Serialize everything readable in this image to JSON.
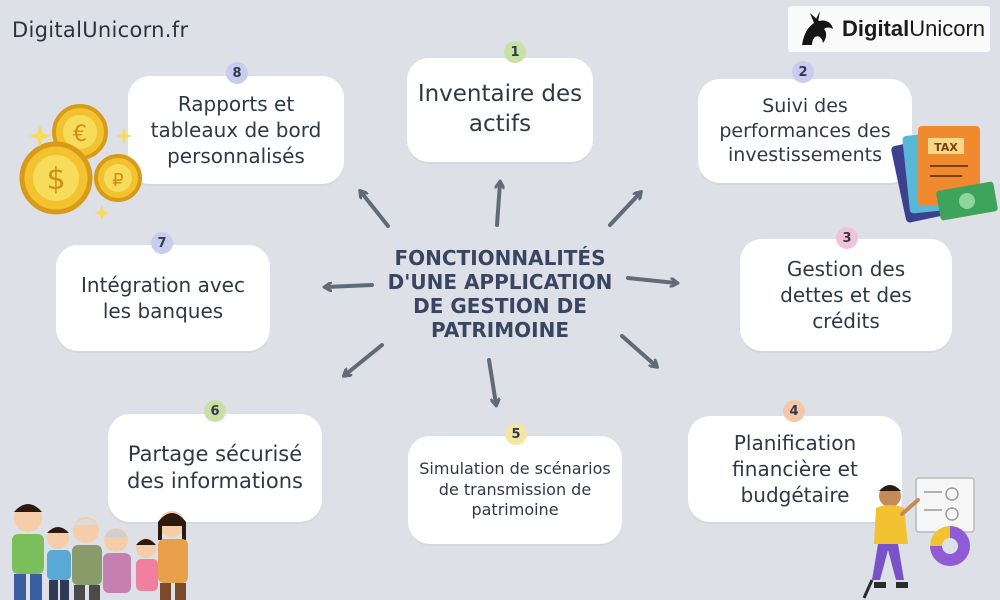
{
  "site_url": "DigitalUnicorn.fr",
  "logo": {
    "brand_bold": "Digital",
    "brand_rest": "Unicorn"
  },
  "center_title": "FONCTIONNALITÉS\nD'UNE APPLICATION\nDE GESTION DE\nPATRIMOINE",
  "features": [
    {
      "number": "1",
      "label": "Inventaire des\nactifs",
      "badge_color": "#c8e0a4"
    },
    {
      "number": "2",
      "label": "Suivi des\nperformances des\ninvestissements",
      "badge_color": "#c8ccf0"
    },
    {
      "number": "3",
      "label": "Gestion des\ndettes et des\ncrédits",
      "badge_color": "#f0c4d6"
    },
    {
      "number": "4",
      "label": "Planification\nfinancière et\nbudgétaire",
      "badge_color": "#f5c6a8"
    },
    {
      "number": "5",
      "label": "Simulation de scénarios\nde transmission de\npatrimoine",
      "badge_color": "#f3e6a3"
    },
    {
      "number": "6",
      "label": "Partage sécurisé\ndes informations",
      "badge_color": "#c8e0a4"
    },
    {
      "number": "7",
      "label": "Intégration avec\nles banques",
      "badge_color": "#c8ccf0"
    },
    {
      "number": "8",
      "label": "Rapports et\ntableaux de bord\npersonnalisés",
      "badge_color": "#c8ccf0"
    }
  ],
  "colors": {
    "background": "#dde1e7",
    "arrow": "#5f6b78",
    "title": "#3a4661"
  },
  "icons": [
    "unicorn-logo-icon",
    "gold-coins-icon",
    "tax-documents-icon",
    "family-group-icon",
    "presenter-chart-icon"
  ]
}
